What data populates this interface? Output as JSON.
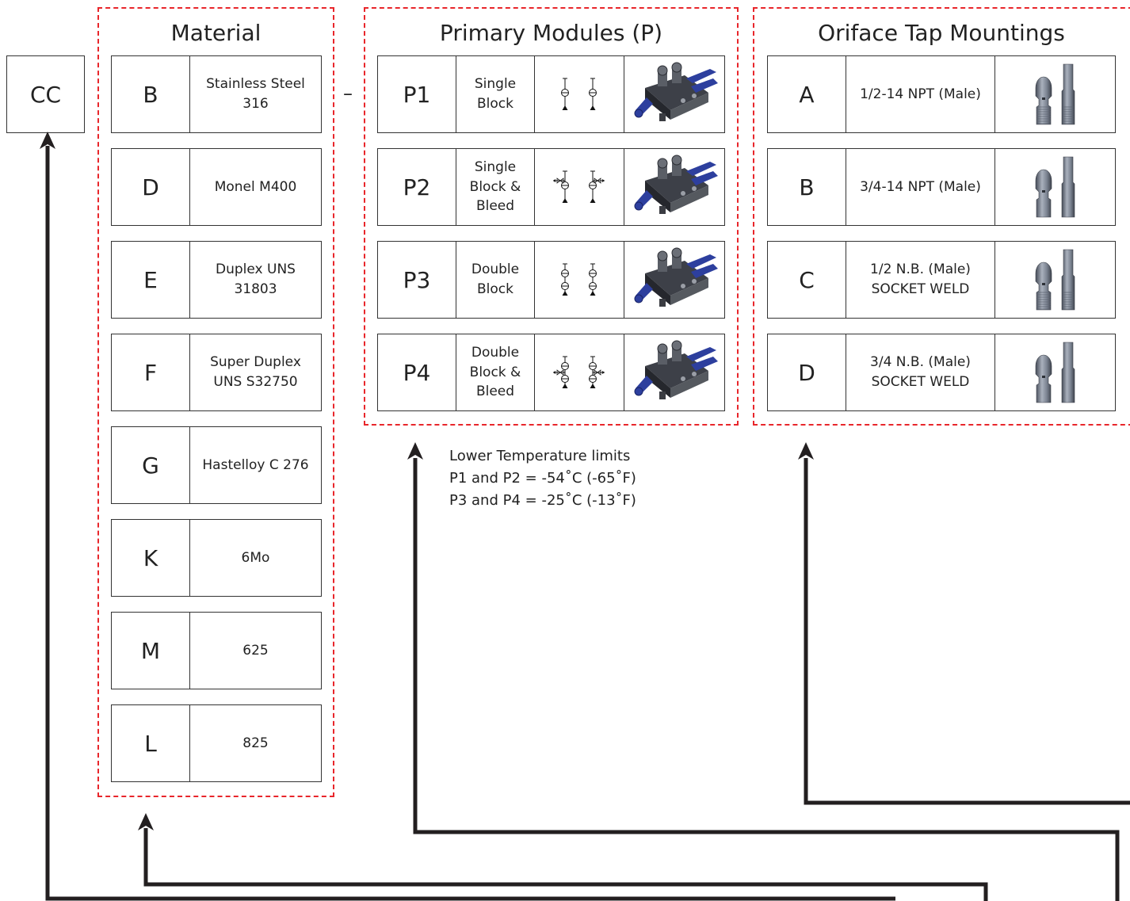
{
  "cc_label": "CC",
  "separator": "–",
  "material": {
    "title": "Material",
    "rows": [
      {
        "code": "B",
        "desc": "Stainless Steel\n316"
      },
      {
        "code": "D",
        "desc": "Monel M400"
      },
      {
        "code": "E",
        "desc": "Duplex  UNS\n31803"
      },
      {
        "code": "F",
        "desc": "Super Duplex\nUNS S32750"
      },
      {
        "code": "G",
        "desc": "Hastelloy C 276"
      },
      {
        "code": "K",
        "desc": "6Mo"
      },
      {
        "code": "M",
        "desc": "625"
      },
      {
        "code": "L",
        "desc": "825"
      }
    ]
  },
  "primary": {
    "title": "Primary Modules (P)",
    "rows": [
      {
        "code": "P1",
        "desc": "Single\nBlock",
        "symbol": "single-block-symbol-icon",
        "image": "valve-module-icon"
      },
      {
        "code": "P2",
        "desc": "Single\nBlock &\nBleed",
        "symbol": "single-block-bleed-symbol-icon",
        "image": "valve-module-icon"
      },
      {
        "code": "P3",
        "desc": "Double\nBlock",
        "symbol": "double-block-symbol-icon",
        "image": "valve-module-icon"
      },
      {
        "code": "P4",
        "desc": "Double\nBlock &\nBleed",
        "symbol": "double-block-bleed-symbol-icon",
        "image": "valve-module-icon"
      }
    ]
  },
  "notes": {
    "line1": "Lower Temperature limits",
    "line2": "P1 and P2 = -54˚C (-65˚F)",
    "line3": "P3 and P4 = -25˚C (-13˚F)"
  },
  "orifice": {
    "title": "Oriface Tap Mountings",
    "rows": [
      {
        "code": "A",
        "desc": "1/2-14 NPT (Male)",
        "image": "threaded-fitting-icon"
      },
      {
        "code": "B",
        "desc": "3/4-14 NPT (Male)",
        "image": "socket-fitting-icon"
      },
      {
        "code": "C",
        "desc": "1/2 N.B. (Male)\nSOCKET WELD",
        "image": "threaded-fitting-icon"
      },
      {
        "code": "D",
        "desc": "3/4 N.B. (Male)\nSOCKET WELD",
        "image": "socket-fitting-icon"
      }
    ]
  },
  "colors": {
    "group_border": "#e8262b",
    "arrow": "#231f20",
    "valve_blue": "#2d3f9e",
    "valve_body": "#3d4048",
    "fitting": "#6e7685"
  }
}
